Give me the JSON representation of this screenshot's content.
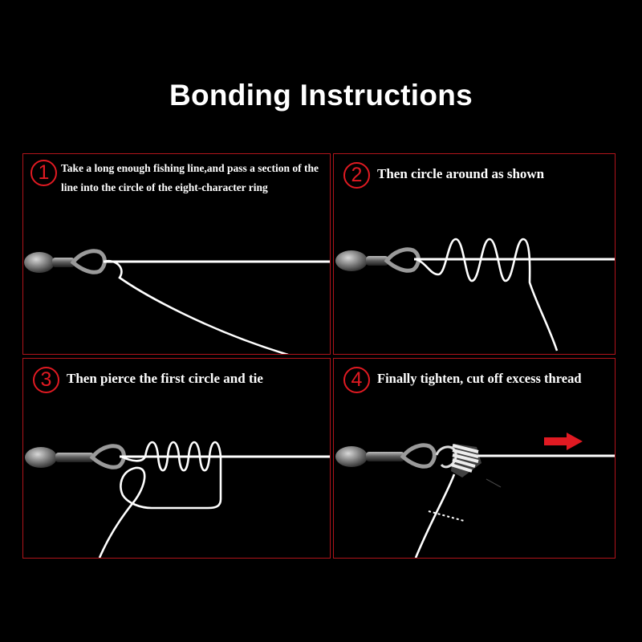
{
  "title": "Bonding Instructions",
  "steps": [
    {
      "number": "1",
      "text": "Take a long enough fishing line,and pass a section of the line into the circle of the eight-character ring"
    },
    {
      "number": "2",
      "text": "Then circle around as shown"
    },
    {
      "number": "3",
      "text": "Then pierce the first circle and tie"
    },
    {
      "number": "4",
      "text": "Finally tighten, cut off excess thread"
    }
  ],
  "colors": {
    "background": "#000000",
    "accent": "#b0141b",
    "badge": "#e01a22",
    "line": "#ffffff",
    "arrow": "#e01a22"
  },
  "icons": [
    "swivel-icon",
    "arrow-right-icon"
  ]
}
